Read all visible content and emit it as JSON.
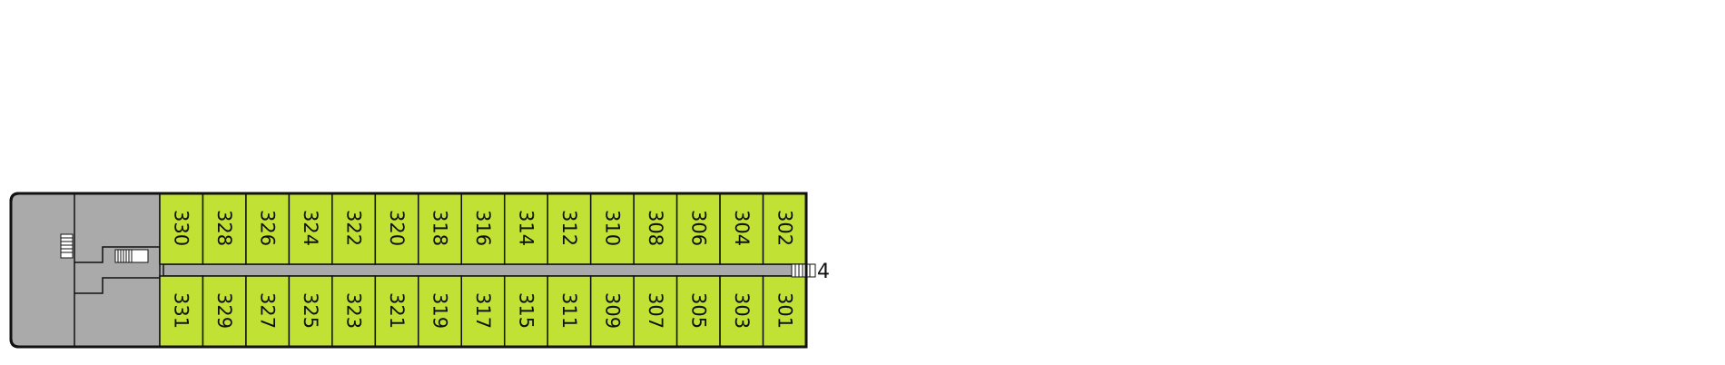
{
  "deck": {
    "cabins_top": [
      "330",
      "328",
      "326",
      "324",
      "322",
      "320",
      "318",
      "316",
      "314",
      "312",
      "310",
      "308",
      "306",
      "304",
      "302"
    ],
    "cabins_bottom": [
      "331",
      "329",
      "327",
      "325",
      "323",
      "321",
      "319",
      "317",
      "315",
      "311",
      "309",
      "307",
      "305",
      "303",
      "301"
    ],
    "stairs_link_label": "4",
    "colors": {
      "cabin": "#c1e234",
      "service": "#aaaaaa",
      "outline": "#111111"
    }
  }
}
